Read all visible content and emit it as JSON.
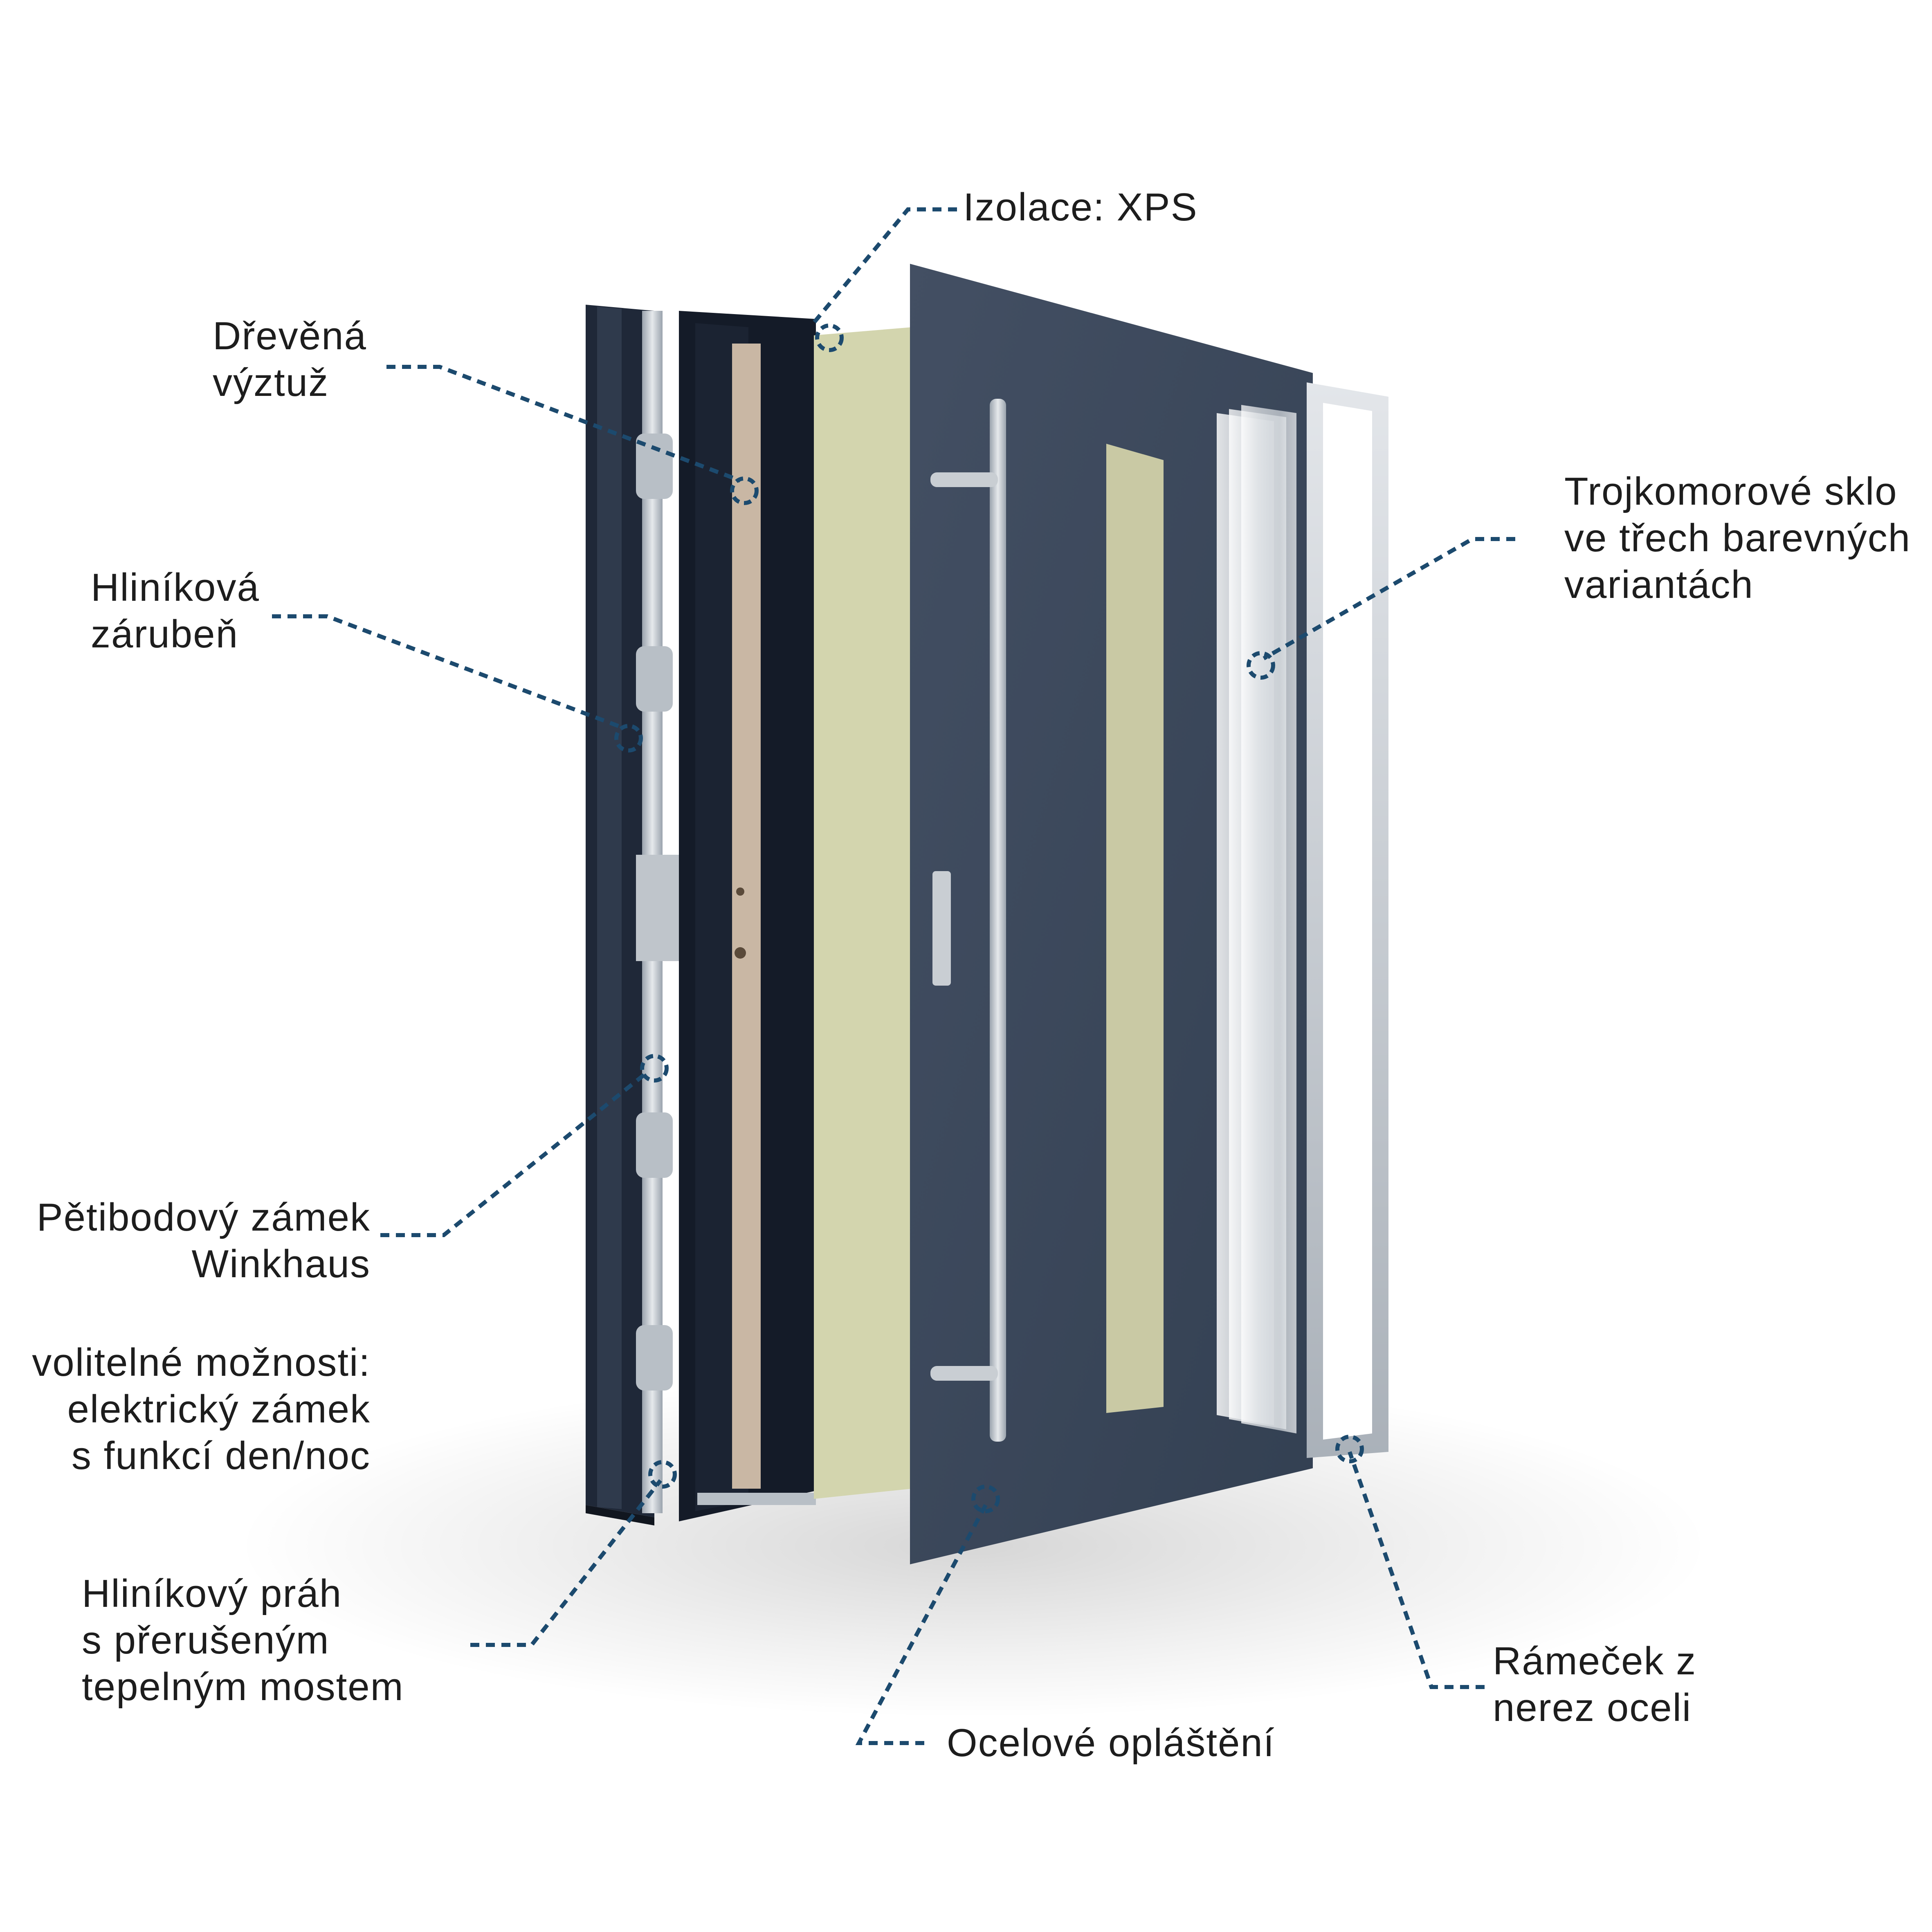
{
  "colors": {
    "leader": "#1c4a6e",
    "door_steel": "#3b4658",
    "frame_dark": "#1f2838",
    "insulation": "#d3d5ae",
    "glass_insert": "#c9c9a4",
    "steel_gray": "#b8bfc6",
    "wood": "#c9b7a4"
  },
  "labels": {
    "izolace": {
      "lines": [
        "Izolace: XPS"
      ]
    },
    "drevena": {
      "lines": [
        "Dřevěná",
        "výztuž"
      ]
    },
    "hlinikova_zarubne": {
      "lines": [
        "Hliníková",
        "zárubeň"
      ]
    },
    "trojkomorove": {
      "lines": [
        "Trojkomorové sklo",
        "ve třech barevných",
        "variantách"
      ]
    },
    "petibodovy": {
      "lines": [
        "Pětibodový zámek",
        "Winkhaus"
      ]
    },
    "volitelne": {
      "lines": [
        "volitelné možnosti:",
        "elektrický zámek",
        "s funkcí den/noc"
      ]
    },
    "prah": {
      "lines": [
        "Hliníkový práh",
        "s přerušeným",
        "tepelným mostem"
      ]
    },
    "ocelove": {
      "lines": [
        "Ocelové opláštění"
      ]
    },
    "ramecek": {
      "lines": [
        "Rámeček z",
        "nerez oceli"
      ]
    }
  }
}
